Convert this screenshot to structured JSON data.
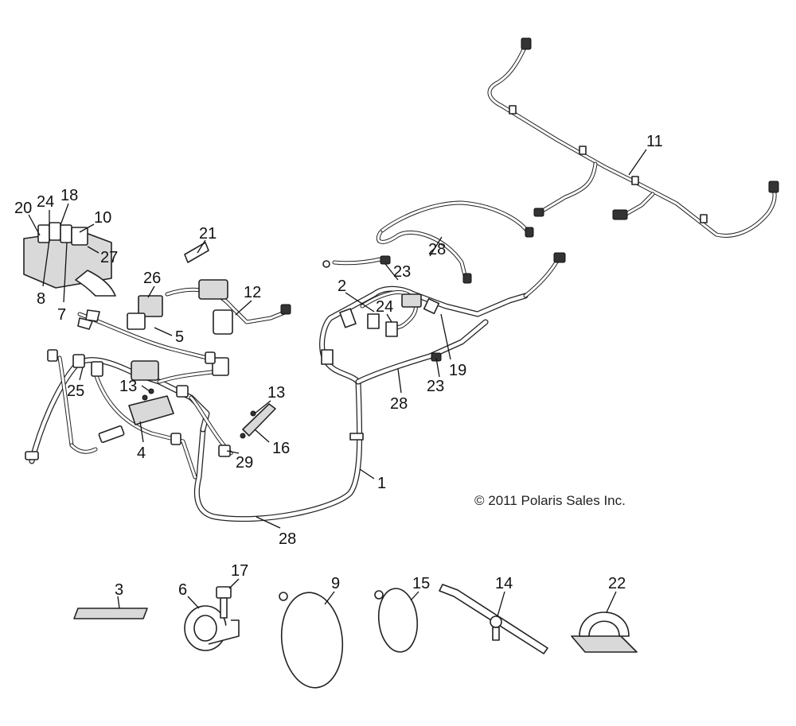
{
  "copyright": "© 2011 Polaris Sales Inc.",
  "callouts": [
    "20",
    "24",
    "18",
    "10",
    "27",
    "8",
    "7",
    "21",
    "26",
    "12",
    "5",
    "13",
    "25",
    "4",
    "13",
    "16",
    "29",
    "1",
    "28",
    "11",
    "28",
    "23",
    "2",
    "24",
    "19",
    "23",
    "28",
    "3",
    "6",
    "17",
    "9",
    "15",
    "14",
    "22"
  ]
}
